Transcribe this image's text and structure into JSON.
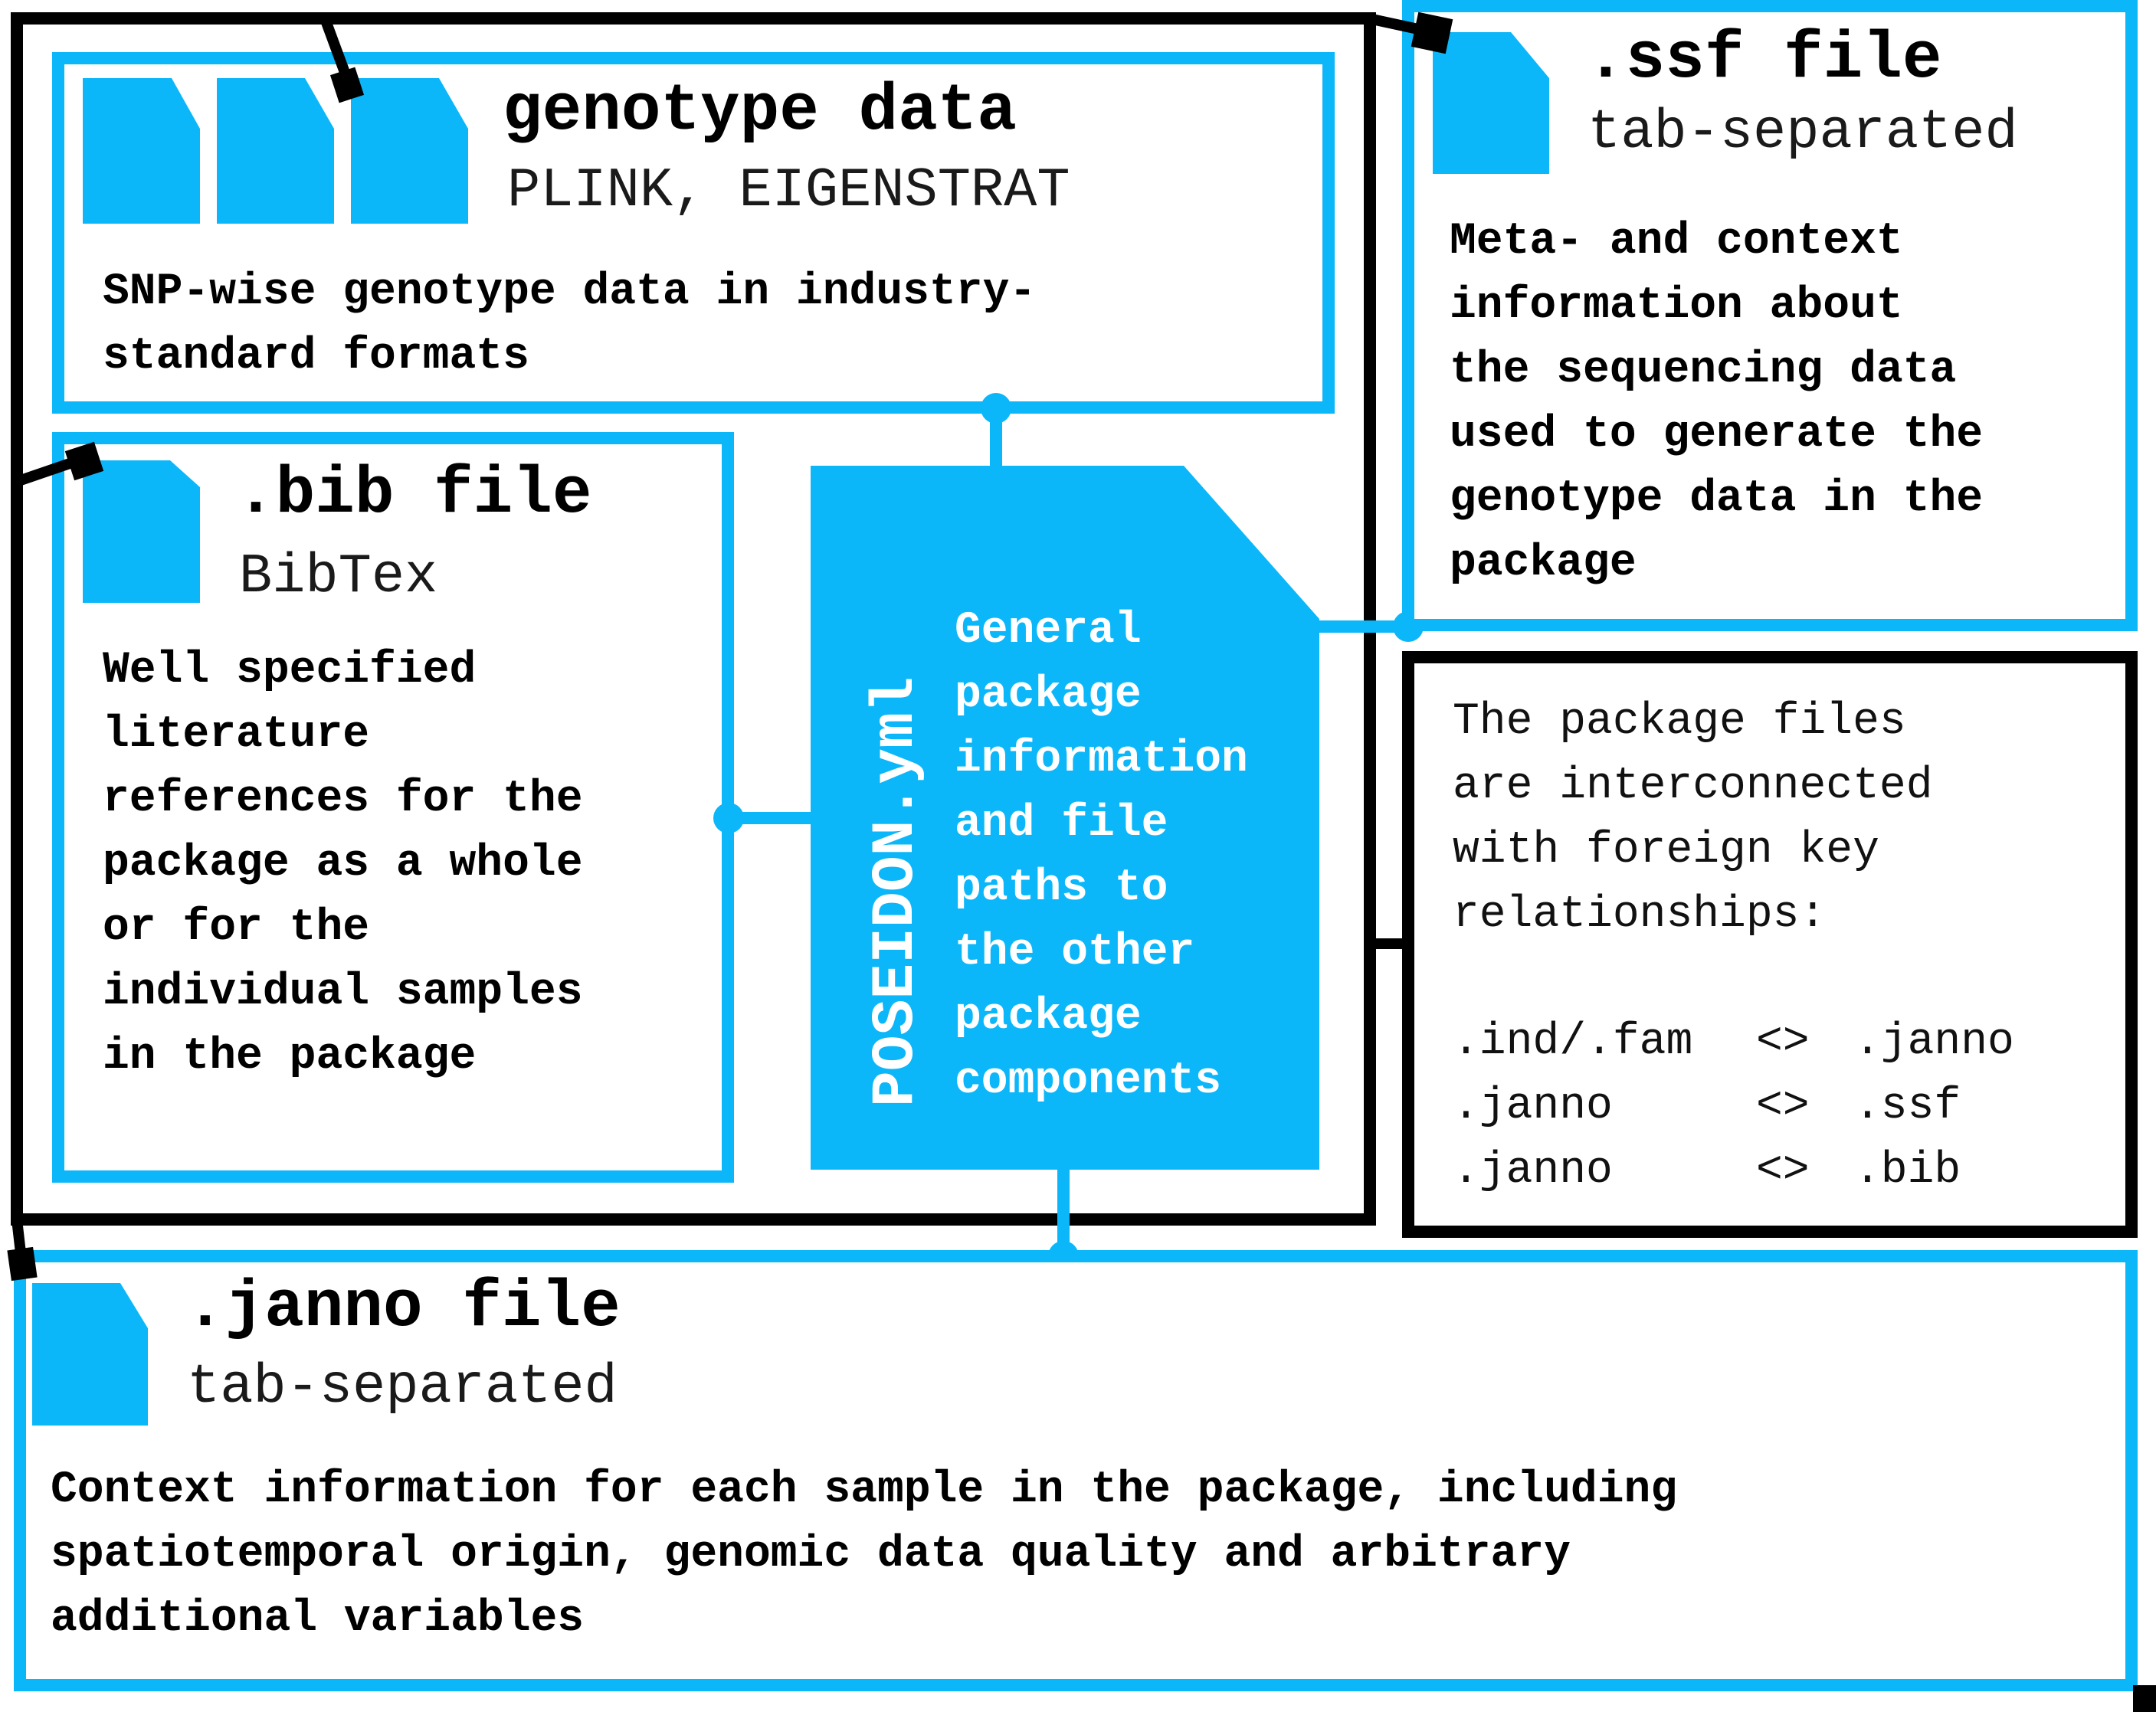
{
  "colors": {
    "accent": "#0cb7f9",
    "ink": "#000000",
    "background": "#ffffff"
  },
  "genotype": {
    "title": "genotype data",
    "subtitle": "PLINK, EIGENSTRAT",
    "description": [
      "SNP-wise genotype data in industry-",
      "standard formats"
    ],
    "icon": "file-stack-icon"
  },
  "bib": {
    "title": ".bib file",
    "subtitle": "BibTex",
    "description": [
      "Well specified",
      "literature",
      "references for the",
      "package as a whole",
      "or for the",
      "individual samples",
      "in the package"
    ],
    "icon": "file-icon"
  },
  "poseidon": {
    "title": "POSEIDON.yml",
    "description": [
      "General",
      "package",
      "information",
      "and file",
      "paths to",
      "the other",
      "package",
      "components"
    ],
    "icon": "file-icon"
  },
  "ssf": {
    "title": ".ssf file",
    "subtitle": "tab-separated",
    "description": [
      "Meta- and context",
      "information about",
      "the sequencing data",
      "used to generate the",
      "genotype data in the",
      "package"
    ],
    "icon": "file-icon"
  },
  "relationships": {
    "intro": [
      "The package files",
      "are interconnected",
      "with foreign key",
      "relationships:"
    ],
    "pairs": [
      {
        "left": ".ind/.fam",
        "op": "<>",
        "right": ".janno"
      },
      {
        "left": ".janno",
        "op": "<>",
        "right": ".ssf"
      },
      {
        "left": ".janno",
        "op": "<>",
        "right": ".bib"
      }
    ]
  },
  "janno": {
    "title": ".janno file",
    "subtitle": "tab-separated",
    "description": [
      "Context information for each sample in the package, including",
      "spatiotemporal origin, genomic data quality and arbitrary",
      "additional variables"
    ],
    "icon": "file-icon"
  }
}
